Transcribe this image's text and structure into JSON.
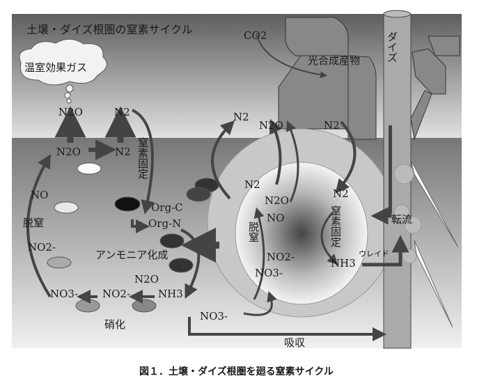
{
  "title": "土壌・ダイズ根圏の窒素サイクル",
  "caption": "図１．土壌・ダイズ根圏を廻る窒素サイクル",
  "plant": {
    "soybean": "ダイズ",
    "co2": "CO2",
    "photosynthate": "光合成産物",
    "translocation": "転流",
    "ureide": "ウレイド"
  },
  "atmosphere": {
    "greenhouse_gas": "温室効果ガス",
    "n2o_emitted": "N2O",
    "n2_emitted": "N2"
  },
  "soil": {
    "n2o": "N2O",
    "n2": "N2",
    "nitrogen_fixation": "窒素固定",
    "no": "NO",
    "denitrification": "脱窒",
    "no2": "NO2-",
    "org_c": "Org-C",
    "org_n": "Org-N",
    "ammonification": "アンモニア化成",
    "n2o_nitrif": "N2O",
    "no3": "NO3-",
    "no2_nitrif": "NO2-",
    "nh3": "NH3",
    "nitrification": "硝化"
  },
  "rhizosphere": {
    "n2_out": "N2",
    "n2o_out": "N2O",
    "n2_in": "N2",
    "n2_denit": "N2",
    "n2o_denit": "N2O",
    "no_denit": "NO",
    "denitrification": "脱窒",
    "no2_denit": "NO2-",
    "no3_denit": "NO3-",
    "n2_fix": "N2",
    "nitrogen_fixation": "窒素固定",
    "nh3_fix": "NH3",
    "no3_soil": "NO3-",
    "absorption": "吸収"
  }
}
